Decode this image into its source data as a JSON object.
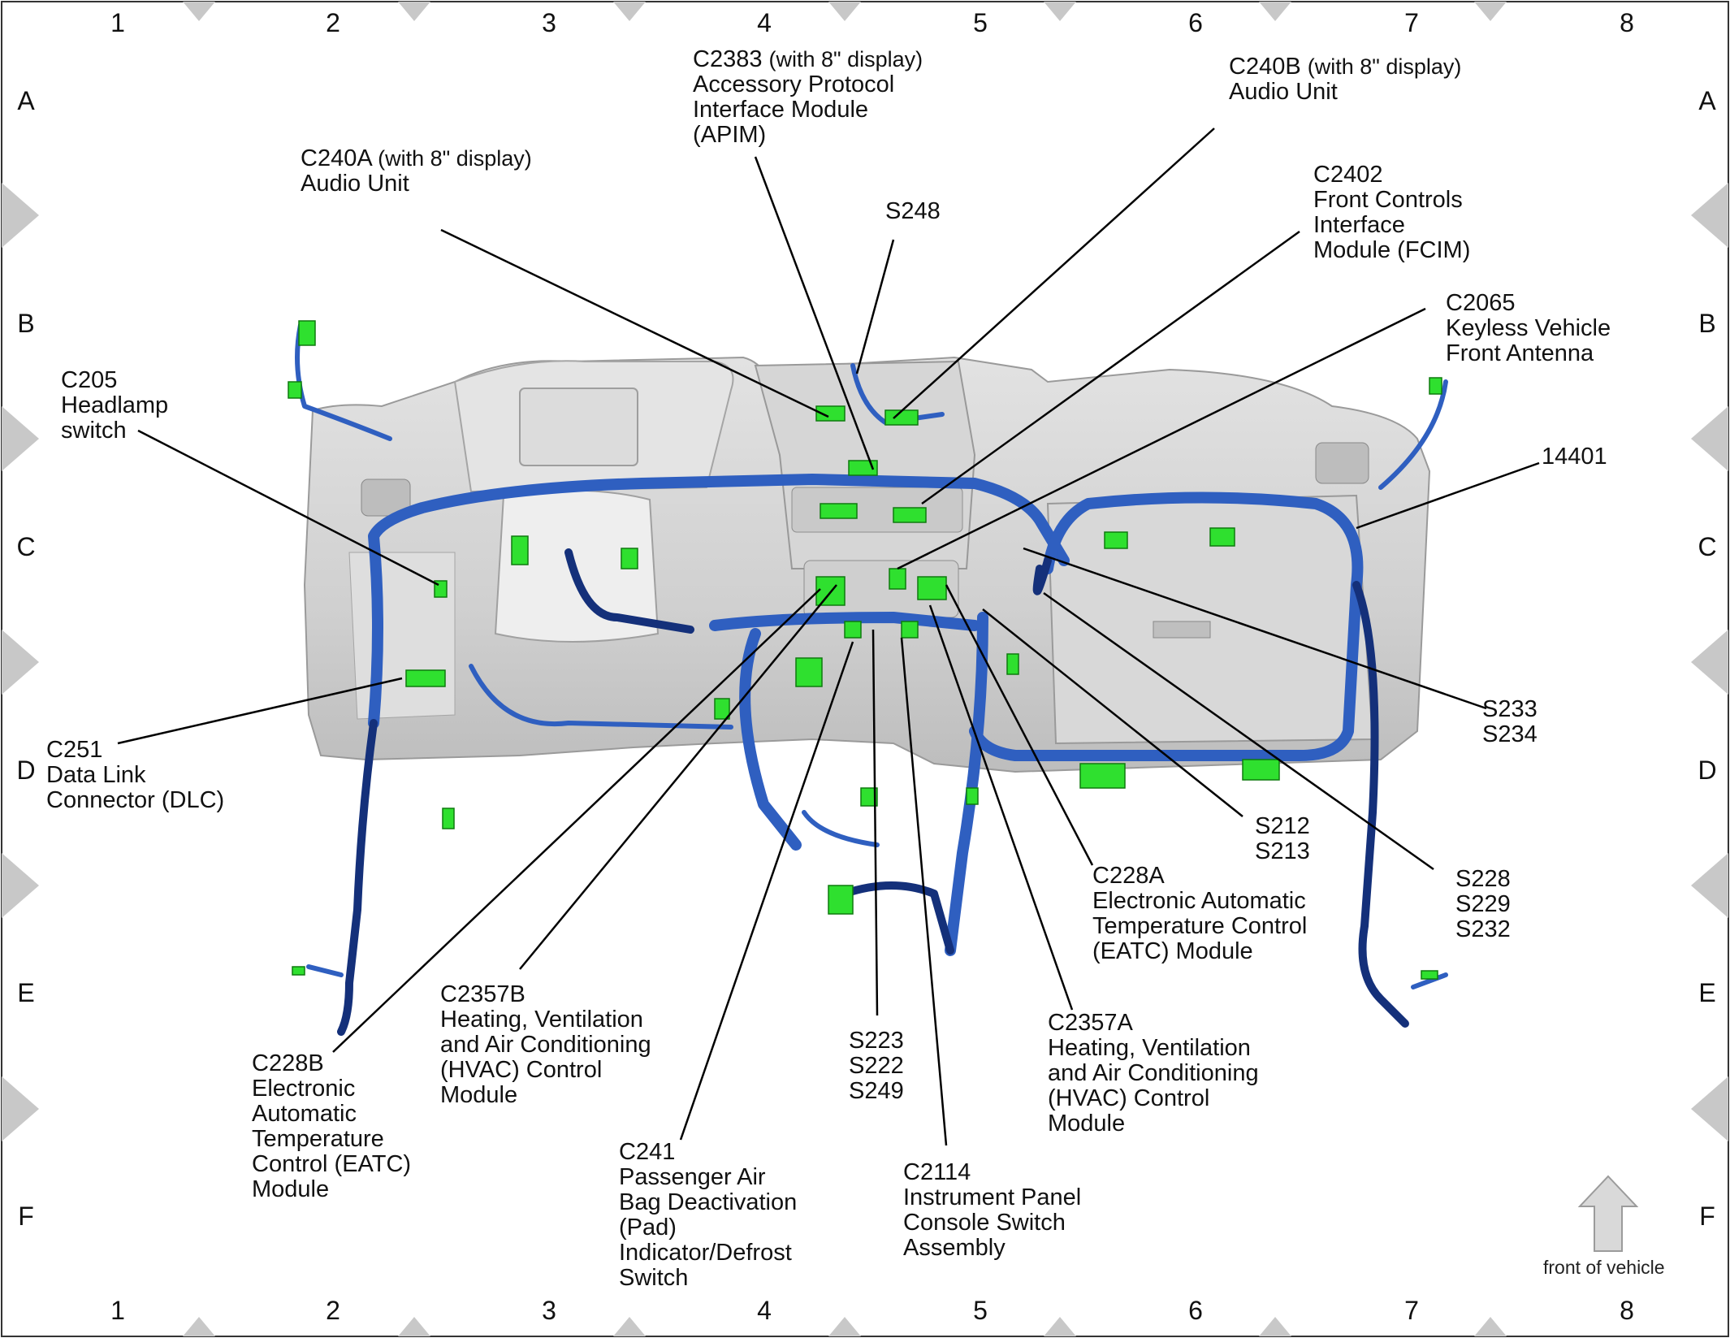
{
  "grid": {
    "columns": [
      "1",
      "2",
      "3",
      "4",
      "5",
      "6",
      "7",
      "8"
    ],
    "rows": [
      "A",
      "B",
      "C",
      "D",
      "E",
      "F"
    ]
  },
  "labels": {
    "c2383": {
      "id": "C2383",
      "note": "(with 8\" display)",
      "lines": [
        "Accessory Protocol",
        "Interface Module",
        "(APIM)"
      ]
    },
    "c240b": {
      "id": "C240B",
      "note": "(with 8\" display)",
      "lines": [
        "Audio Unit"
      ]
    },
    "c240a": {
      "id": "C240A",
      "note": "(with 8\" display)",
      "lines": [
        "Audio Unit"
      ]
    },
    "s248": {
      "id": "S248"
    },
    "c2402": {
      "id": "C2402",
      "lines": [
        "Front Controls",
        "Interface",
        "Module (FCIM)"
      ]
    },
    "c2065": {
      "id": "C2065",
      "lines": [
        "Keyless Vehicle",
        "Front Antenna"
      ]
    },
    "c205": {
      "id": "C205",
      "lines": [
        "Headlamp",
        "switch"
      ]
    },
    "n14401": {
      "id": "14401"
    },
    "s233": {
      "lines": [
        "S233",
        "S234"
      ]
    },
    "c251": {
      "id": "C251",
      "lines": [
        "Data Link",
        "Connector (DLC)"
      ]
    },
    "s212": {
      "lines": [
        "S212",
        "S213"
      ]
    },
    "c228a": {
      "id": "C228A",
      "lines": [
        "Electronic Automatic",
        "Temperature Control",
        "(EATC) Module"
      ]
    },
    "s228": {
      "lines": [
        "S228",
        "S229",
        "S232"
      ]
    },
    "c2357b": {
      "id": "C2357B",
      "lines": [
        "Heating, Ventilation",
        "and Air Conditioning",
        "(HVAC) Control",
        "Module"
      ]
    },
    "c2357a": {
      "id": "C2357A",
      "lines": [
        "Heating, Ventilation",
        "and Air Conditioning",
        "(HVAC) Control",
        "Module"
      ]
    },
    "s223": {
      "lines": [
        "S223",
        "S222",
        "S249"
      ]
    },
    "c228b": {
      "id": "C228B",
      "lines": [
        "Electronic",
        "Automatic",
        "Temperature",
        "Control (EATC)",
        "Module"
      ]
    },
    "c241": {
      "id": "C241",
      "lines": [
        "Passenger Air",
        "Bag Deactivation",
        "(Pad)",
        "Indicator/Defrost",
        "Switch"
      ]
    },
    "c2114": {
      "id": "C2114",
      "lines": [
        "Instrument Panel",
        "Console Switch",
        "Assembly"
      ]
    }
  },
  "front_of_vehicle": "front of vehicle",
  "colors": {
    "harness": "#2f5fc0",
    "harness_dark": "#14307a",
    "connector": "#2fe02f",
    "dash": "#d4d4d4",
    "border_marker": "#c8c8c8"
  }
}
